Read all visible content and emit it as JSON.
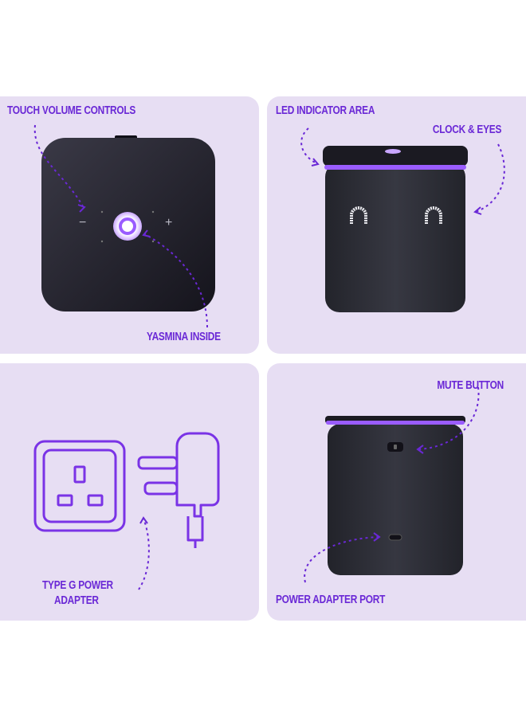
{
  "panels": {
    "top_device": {
      "label_touch_volume": "TOUCH VOLUME CONTROLS",
      "label_yasmina": "YASMINA INSIDE",
      "minus_symbol": "−",
      "plus_symbol": "+"
    },
    "front_device": {
      "label_led": "LED INDICATOR AREA",
      "label_clock": "CLOCK & EYES"
    },
    "power_adapter": {
      "label_line1": "TYPE G POWER",
      "label_line2": "ADAPTER"
    },
    "back_device": {
      "label_mute": "MUTE BUTTON",
      "label_port": "POWER ADAPTER PORT"
    }
  },
  "colors": {
    "panel_bg": "#e7def3",
    "accent": "#6a28d6",
    "device_dark": "#1f1e28",
    "fabric": "#2d2e36",
    "led": "#9a5cff"
  }
}
